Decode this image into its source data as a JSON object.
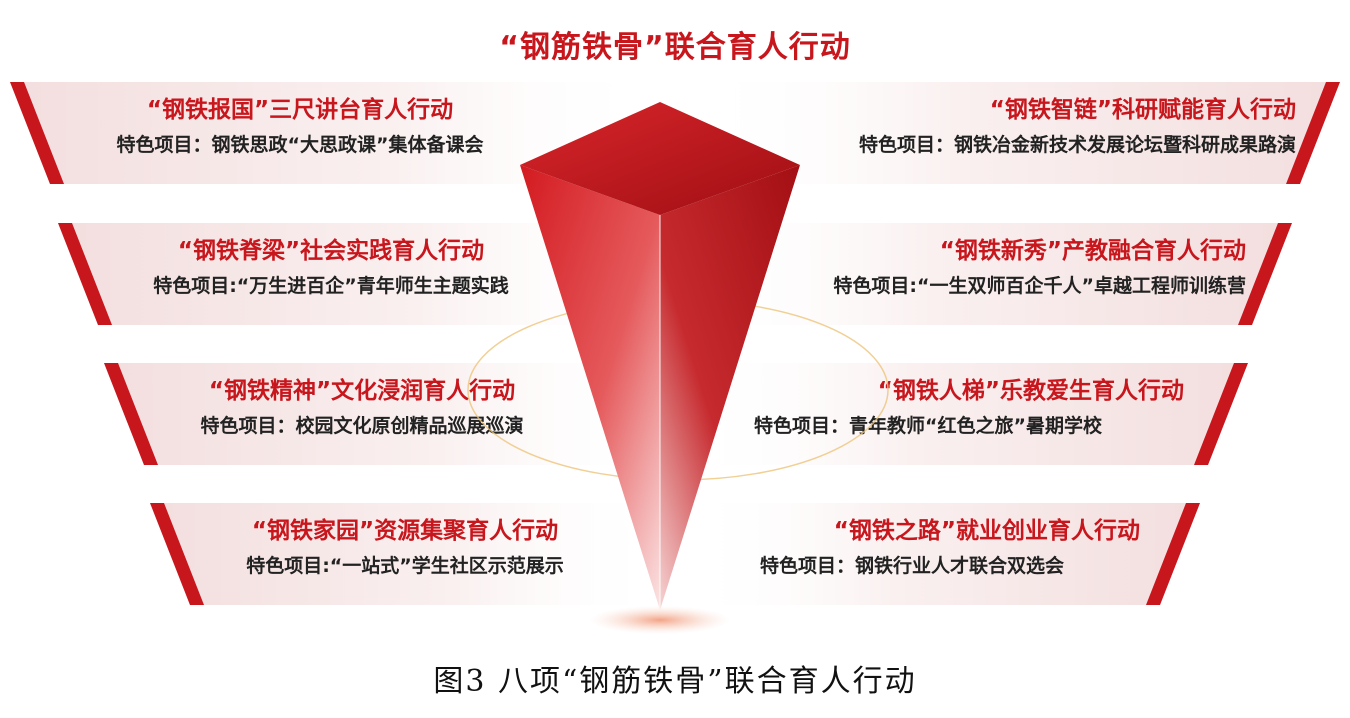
{
  "title": "“钢筋铁骨”联合育人行动",
  "left_actions": [
    {
      "name": "“钢铁报国”三尺讲台育人行动",
      "project": "特色项目：钢铁思政“大思政课”集体备课会"
    },
    {
      "name": "“钢铁脊梁”社会实践育人行动",
      "project": "特色项目:“万生进百企”青年师生主题实践"
    },
    {
      "name": "“钢铁精神”文化浸润育人行动",
      "project": "特色项目：校园文化原创精品巡展巡演"
    },
    {
      "name": "“钢铁家园”资源集聚育人行动",
      "project": "特色项目:“一站式”学生社区示范展示"
    }
  ],
  "right_actions": [
    {
      "name": "“钢铁智链”科研赋能育人行动",
      "project": "特色项目：钢铁冶金新技术发展论坛暨科研成果路演"
    },
    {
      "name": "“钢铁新秀”产教融合育人行动",
      "project": "特色项目:“一生双师百企千人”卓越工程师训练营"
    },
    {
      "name": "“钢铁人梯”乐教爱生育人行动",
      "project": "特色项目：青年教师“红色之旅”暑期学校"
    },
    {
      "name": "“钢铁之路”就业创业育人行动",
      "project": "特色项目：钢铁行业人才联合双选会"
    }
  ],
  "caption": "图3 八项“钢筋铁骨”联合育人行动",
  "colors": {
    "accent": "#c8161d",
    "dark_red": "#8e0f14",
    "band_tint": "#f7e4e4"
  }
}
